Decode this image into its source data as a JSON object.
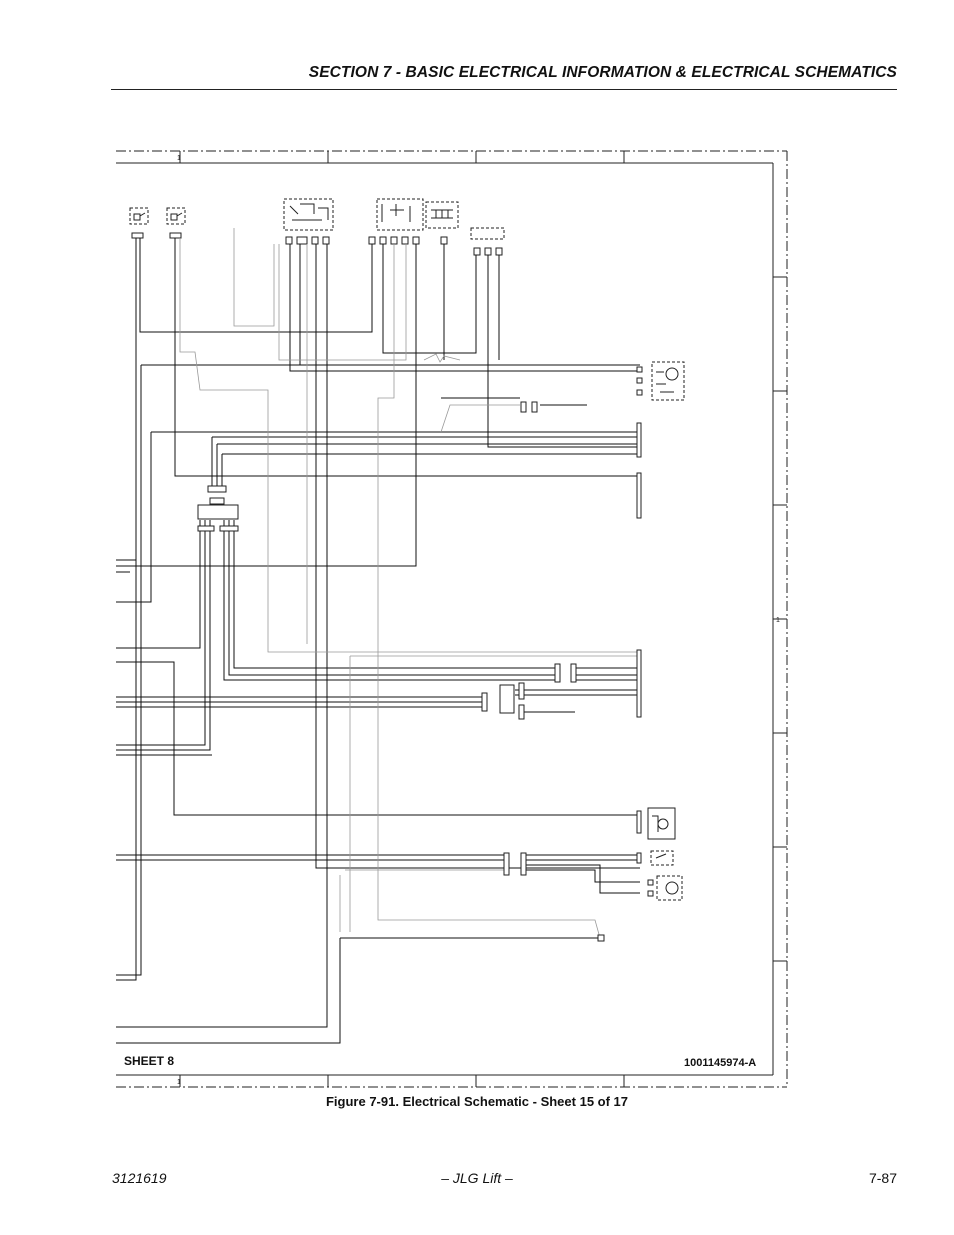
{
  "header": {
    "section_title": "SECTION 7 - BASIC ELECTRICAL INFORMATION & ELECTRICAL SCHEMATICS"
  },
  "schematic": {
    "sheet_label": "SHEET 8",
    "drawing_number": "1001145974-A",
    "zone_marks": [
      "1",
      "1",
      "1"
    ]
  },
  "figure": {
    "caption": "Figure 7-91.  Electrical Schematic - Sheet 15 of 17"
  },
  "footer": {
    "doc_number": "3121619",
    "company": "– JLG Lift –",
    "page_number": "7-87"
  }
}
